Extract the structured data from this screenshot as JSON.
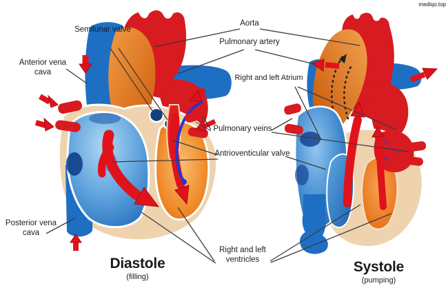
{
  "watermark": "mediqo.top",
  "labels": {
    "semilunar_valve": "Semilunar valve",
    "anterior_vena_cava": "Anterior vena cava",
    "aorta": "Aorta",
    "pulmonary_artery": "Pulmonary artery",
    "right_and_left_atrium": "Right and left Atrium",
    "pulmonary_veins": "Pulmonary veins",
    "atrioventricular_valve": "Antrioventicular valve",
    "posterior_vena_cava": "Posterior vena cava",
    "right_and_left_ventricles": "Right and left ventricles"
  },
  "captions": {
    "diastole": {
      "title": "Diastole",
      "subtitle": "(filling)"
    },
    "systole": {
      "title": "Systole",
      "subtitle": "(pumping)"
    }
  },
  "colors": {
    "oxygenated_red": "#d81a21",
    "deoxygenated_blue": "#1e6fc4",
    "heart_wall_tan": "#eed3ae",
    "aorta_orange": "#e07818",
    "leader_line": "#3c3c3c",
    "background": "#ffffff"
  }
}
